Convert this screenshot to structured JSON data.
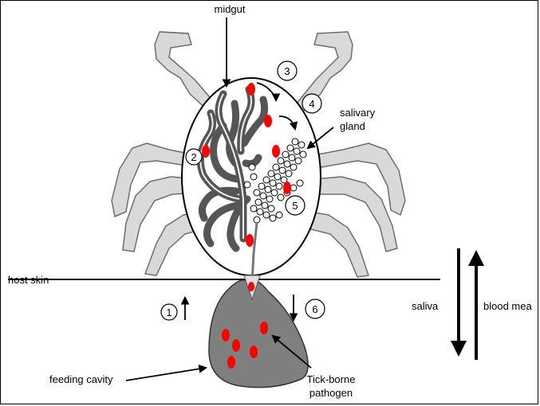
{
  "labels": {
    "midgut": "midgut",
    "salivary_gland_1": "salivary",
    "salivary_gland_2": "gland",
    "host_skin": "host skin",
    "saliva": "saliva",
    "blood_meal": "blood mea",
    "feeding_cavity": "feeding cavity",
    "pathogen_1": "Tick-borne",
    "pathogen_2": "pathogen"
  },
  "steps": [
    "1",
    "2",
    "3",
    "4",
    "5",
    "6"
  ],
  "colors": {
    "leg_fill": "#d9d9d9",
    "leg_stroke": "#6e6e6e",
    "gut_fill": "#707070",
    "cavity_fill": "#7f7f7f",
    "pathogen": "#ff0000",
    "line": "#000000"
  }
}
